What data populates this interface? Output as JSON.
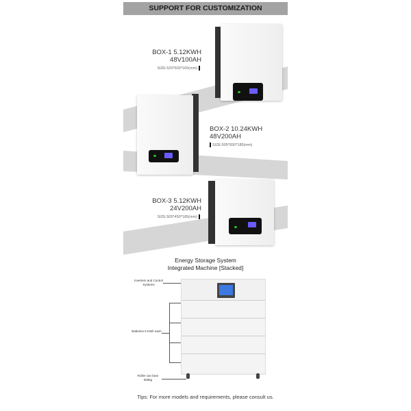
{
  "header": {
    "title": "SUPPORT FOR CUSTOMIZATION"
  },
  "boxes": [
    {
      "name": "BOX-1  5.12KWH",
      "spec": "48V100AH",
      "size": "SIZE:520*600*165(mm)"
    },
    {
      "name": "BOX-2  10.24KWH",
      "spec": "48V200AH",
      "size": "SIZE:505*650*185(mm)"
    },
    {
      "name": "BOX-3  5.12KWH",
      "spec": "24V200AH",
      "size": "SIZE:505*450*185(mm)"
    }
  ],
  "stacked": {
    "title_line1": "Energy Storage System",
    "title_line2": "Integrated Machine [Stacked]",
    "labels": {
      "inverter": "Inverters and Control Systems",
      "batteries": "Batteries 5 KWh each",
      "roller": "Roller can bear 500kg"
    }
  },
  "tips": "Tips: For more models and requirements, please consult us.",
  "colors": {
    "header_bg": "#a3a3a3",
    "band": "#d6d6d6",
    "lcd": "#6a5cff"
  }
}
